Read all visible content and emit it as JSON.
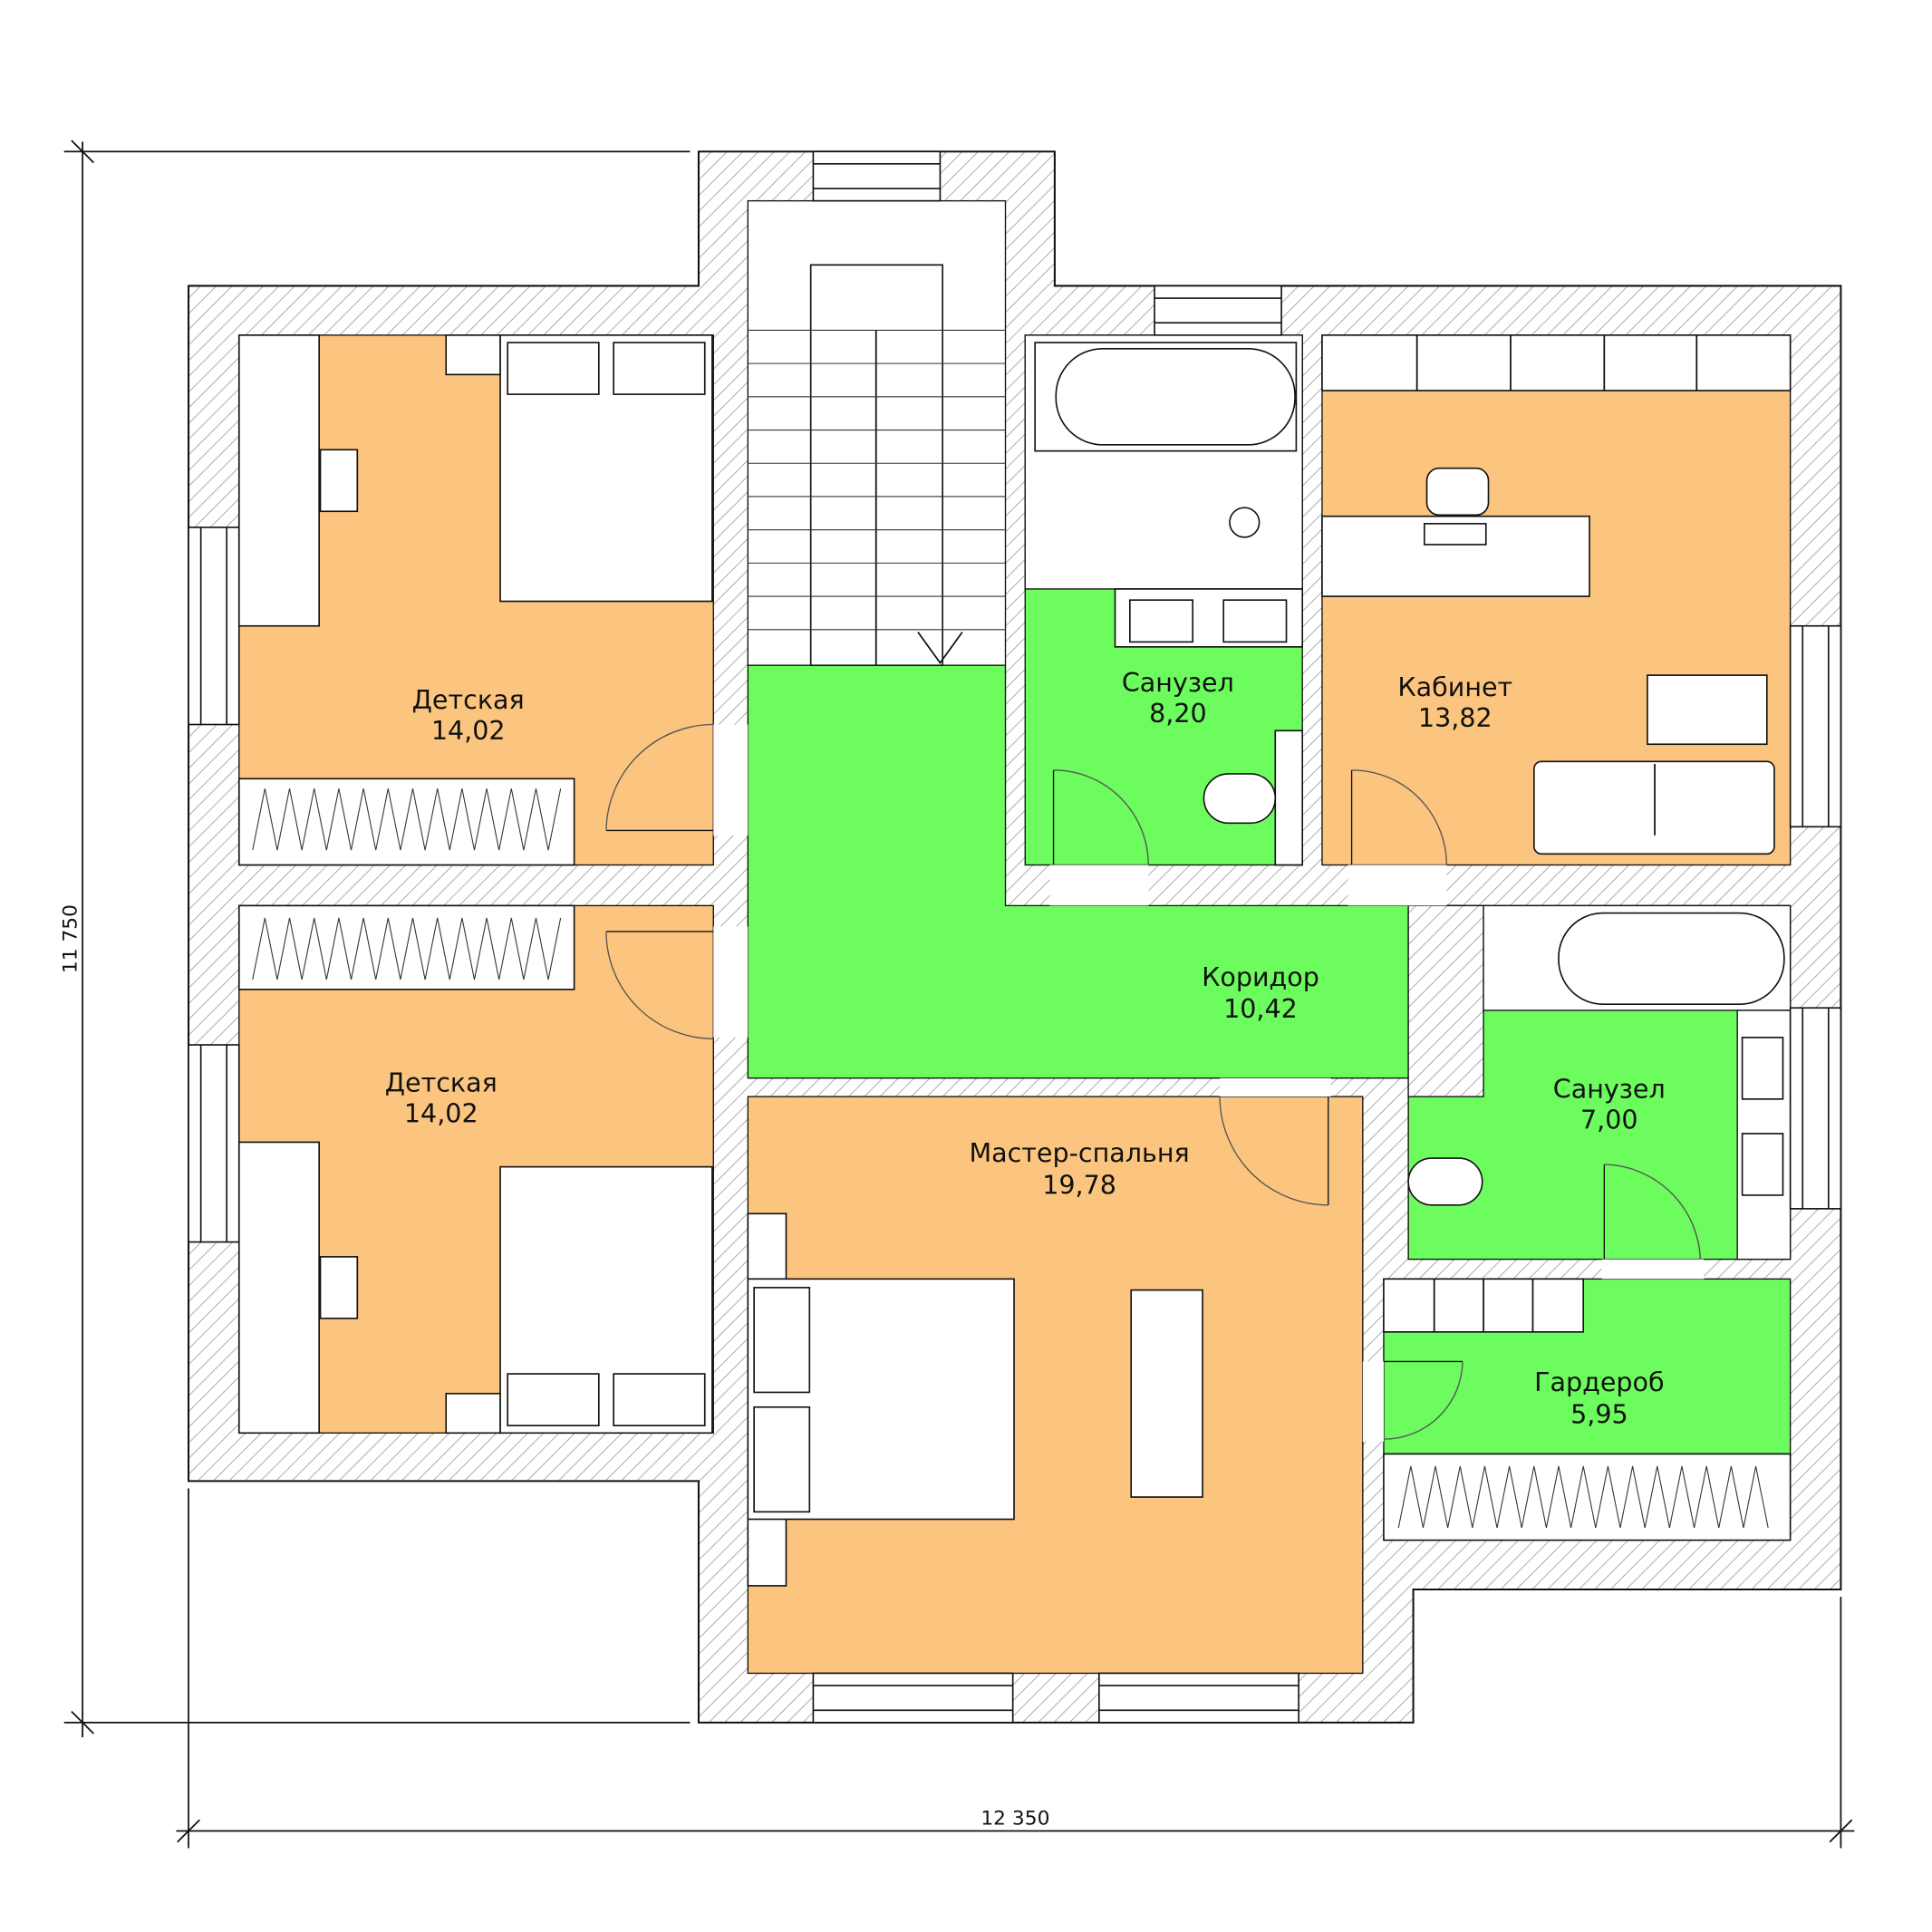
{
  "dimensions": {
    "width": "12 350",
    "height": "11 750"
  },
  "colors": {
    "living": "#fcc57f",
    "wet": "#6cfc5e",
    "hatch": "#9a9a9a"
  },
  "rooms": [
    {
      "name": "Детская",
      "area": "14,02",
      "type": "living"
    },
    {
      "name": "Детская",
      "area": "14,02",
      "type": "living"
    },
    {
      "name": "Санузел",
      "area": "8,20",
      "type": "wet"
    },
    {
      "name": "Кабинет",
      "area": "13,82",
      "type": "living"
    },
    {
      "name": "Коридор",
      "area": "10,42",
      "type": "wet"
    },
    {
      "name": "Санузел",
      "area": "7,00",
      "type": "wet"
    },
    {
      "name": "Мастер-спальня",
      "area": "19,78",
      "type": "living"
    },
    {
      "name": "Гардероб",
      "area": "5,95",
      "type": "wet"
    }
  ]
}
